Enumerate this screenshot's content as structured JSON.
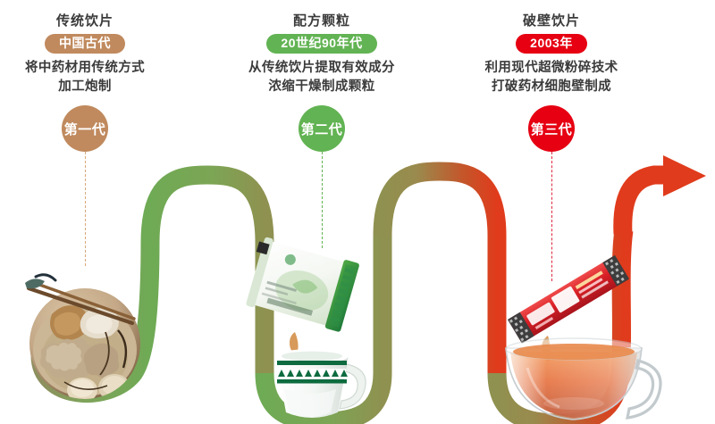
{
  "infographic": {
    "description": "Three-generation evolution of Chinese medicine preparations shown along a serpentine ribbon that turns into a red arrow",
    "columns": [
      {
        "title": "传统饮片",
        "badge": "中国古代",
        "badge_color": "#c08a5e",
        "desc_line1": "将中药材用传统方式",
        "desc_line2": "加工炮制",
        "generation": "第一代",
        "circle_color": "#c08a5e",
        "dash_color": "#d9a878",
        "image_name": "herbal-slices-photo"
      },
      {
        "title": "配方颗粒",
        "badge": "20世纪90年代",
        "badge_color": "#62b353",
        "desc_line1": "从传统饮片提取有效成分",
        "desc_line2": "浓缩干燥制成颗粒",
        "generation": "第二代",
        "circle_color": "#62b353",
        "dash_color": "#62b353",
        "image_name": "green-granule-sachet-and-cup"
      },
      {
        "title": "破壁饮片",
        "badge": "2003年",
        "badge_color": "#e60012",
        "desc_line1": "利用现代超微粉碎技术",
        "desc_line2": "打破药材细胞壁制成",
        "generation": "第三代",
        "circle_color": "#e60012",
        "dash_color": "#e0263c",
        "image_name": "red-stick-sachet-and-teacup"
      }
    ],
    "ribbon": {
      "start_color": "#8d8f5e",
      "green_color": "#6faa55",
      "olive_color": "#8f9150",
      "arrow_color": "#e03b1c",
      "arrow_mid_color": "#c4562a",
      "name": "serpentine-path"
    },
    "objects": {
      "herb_bowl": "传统中药材照片",
      "green_packet": "配方颗粒袋",
      "porcelain_cup": "青花瓷杯",
      "red_stick": "破壁饮片条袋",
      "glass_teacup": "玻璃茶杯"
    }
  }
}
